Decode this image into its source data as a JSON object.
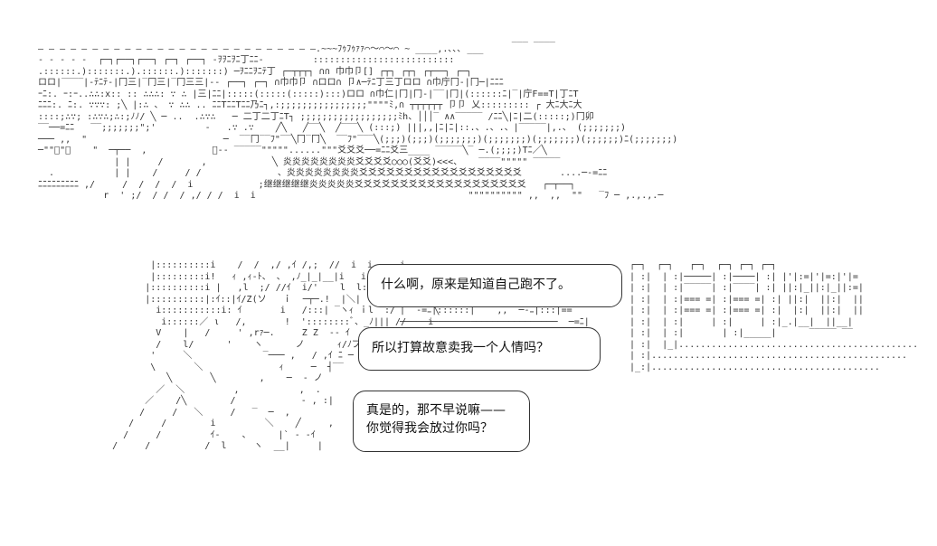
{
  "bubbles": [
    {
      "lines": [
        "什么啊，原来是知道自己跑不了。"
      ]
    },
    {
      "lines": [
        "所以打算故意卖我一个人情吗？"
      ]
    },
    {
      "lines": [
        "真是的，那不早说嘛——",
        "你觉得我会放过你吗？"
      ]
    }
  ]
}
